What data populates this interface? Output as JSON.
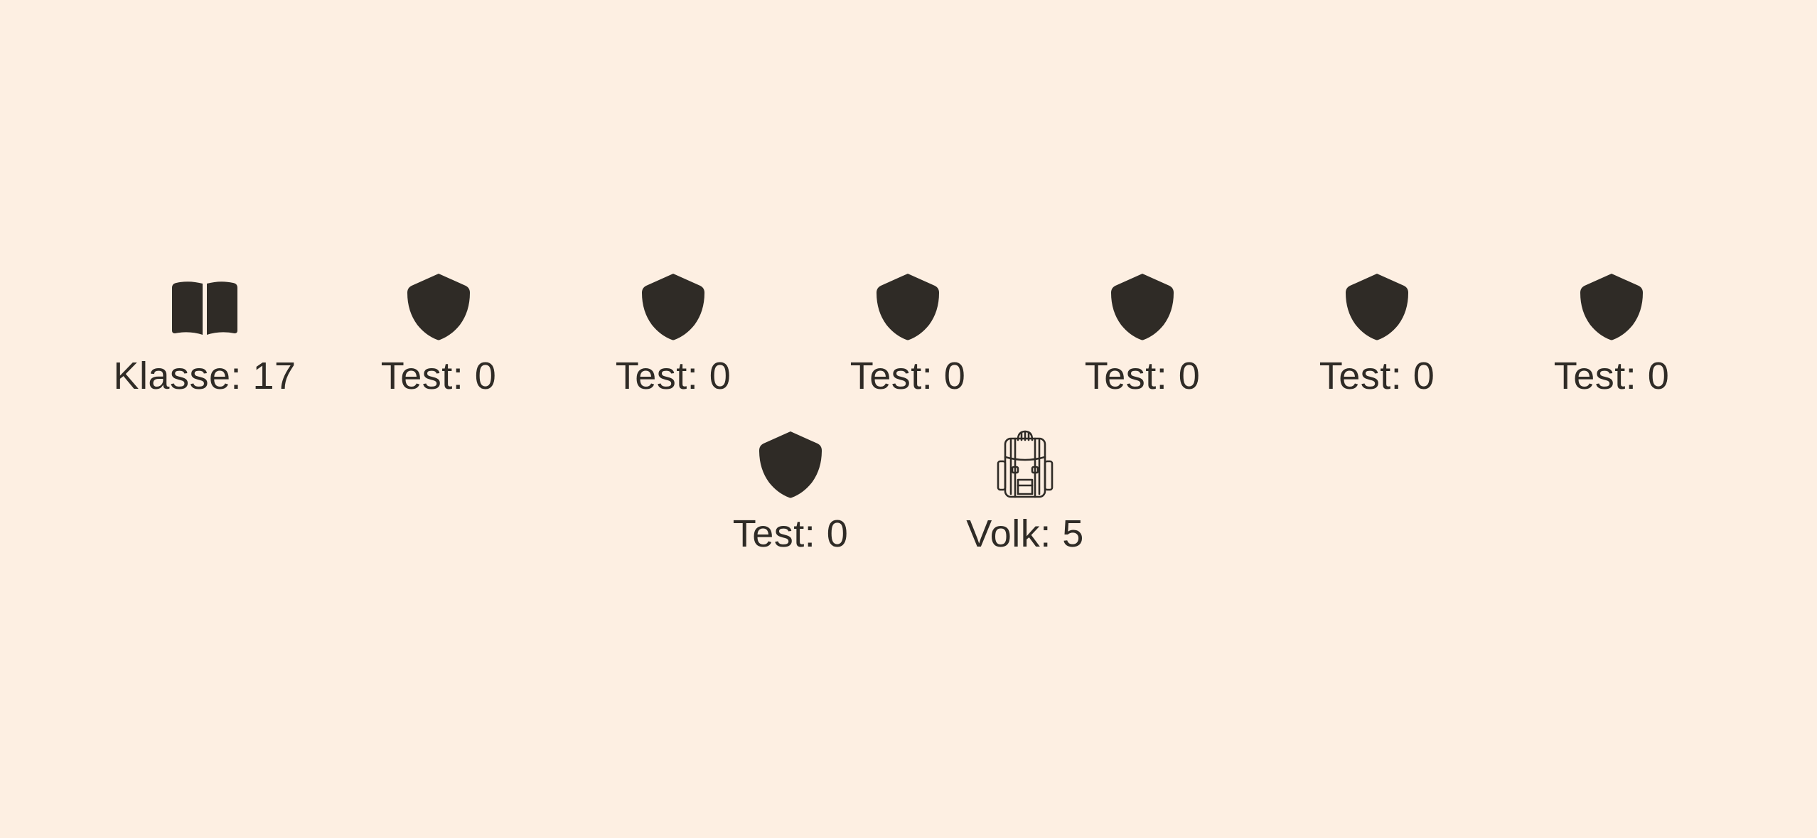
{
  "theme": {
    "background": "#fdefe2",
    "ink": "#2f2b26"
  },
  "stats": [
    {
      "icon": "book-icon",
      "label": "Klasse: 17"
    },
    {
      "icon": "shield-icon",
      "label": "Test: 0"
    },
    {
      "icon": "shield-icon",
      "label": "Test: 0"
    },
    {
      "icon": "shield-icon",
      "label": "Test: 0"
    },
    {
      "icon": "shield-icon",
      "label": "Test: 0"
    },
    {
      "icon": "shield-icon",
      "label": "Test: 0"
    },
    {
      "icon": "shield-icon",
      "label": "Test: 0"
    },
    {
      "icon": "shield-icon",
      "label": "Test: 0"
    },
    {
      "icon": "backpack-icon",
      "label": "Volk: 5"
    }
  ]
}
